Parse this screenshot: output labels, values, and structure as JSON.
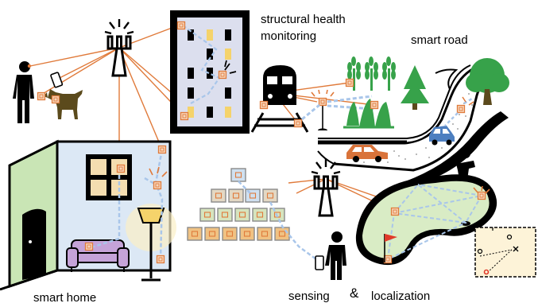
{
  "captions": {
    "structural_health": "structural health monitoring",
    "smart_road": "smart road",
    "smart_home": "smart home",
    "sensing": "sensing",
    "ampersand": "&",
    "localization": "localization"
  },
  "colors": {
    "link_orange": "#e07a3a",
    "flow_blue": "#a9c6ea",
    "wall_blue": "#dce8f5",
    "door_green": "#c9e5b5",
    "sofa_purple": "#c5a3d8",
    "field_green": "#d9ecc5",
    "tree_green": "#37a24a",
    "window_yellow": "#f5d36b",
    "car_orange": "#d9733a",
    "car_blue": "#4d7fc0"
  },
  "icons": [
    "cell-tower-icon",
    "person-icon",
    "phone-icon",
    "dog-icon",
    "building-icon",
    "train-icon",
    "crops-icon",
    "tree-icon",
    "road-icon",
    "car-icon",
    "house-icon",
    "window-icon",
    "sofa-icon",
    "lamp-icon",
    "box-stack-icon",
    "golf-course-icon",
    "golfer-icon",
    "flag-icon",
    "map-inset-icon",
    "sensor-tag-icon"
  ]
}
